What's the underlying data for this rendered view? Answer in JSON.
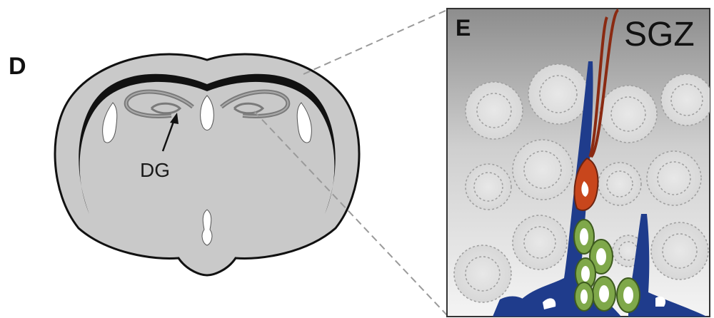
{
  "panel_d": {
    "letter": "D",
    "region_label": "DG"
  },
  "panel_e": {
    "letter": "E",
    "region_label": "SGZ"
  },
  "colors": {
    "brain_fill": "#c9c9c9",
    "white_matter": "#111111",
    "inset_border": "#333333",
    "radial_glia": "#1f3c8c",
    "migrating_cell": "#c8461c",
    "progenitor_cluster": "#7fa84a",
    "connector_dash": "#9a9a9a"
  },
  "icons": {
    "arrow": "arrow-pointer-icon"
  }
}
